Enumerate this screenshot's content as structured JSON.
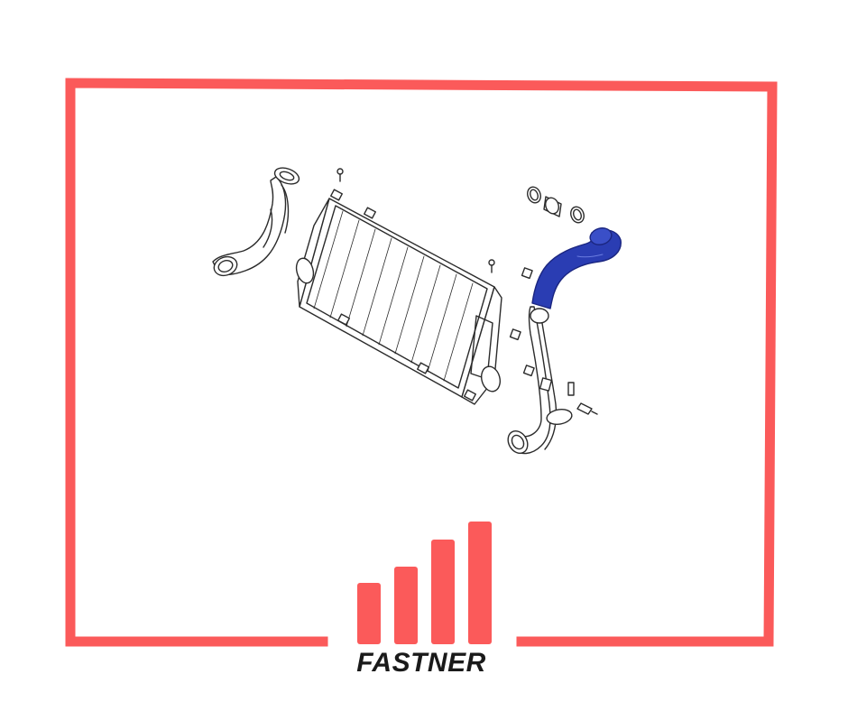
{
  "brand": {
    "name": "FASTNER",
    "accent_color": "#fb5a5a",
    "text_color": "#1a1a1a"
  },
  "diagram": {
    "highlight_color": "#2a3db3",
    "line_color": "#2b2b2b",
    "parts": [
      "intercooler-core",
      "left-intake-pipe",
      "upper-hose-highlighted",
      "right-lower-pipe",
      "o-rings",
      "clamps",
      "bolts"
    ]
  }
}
